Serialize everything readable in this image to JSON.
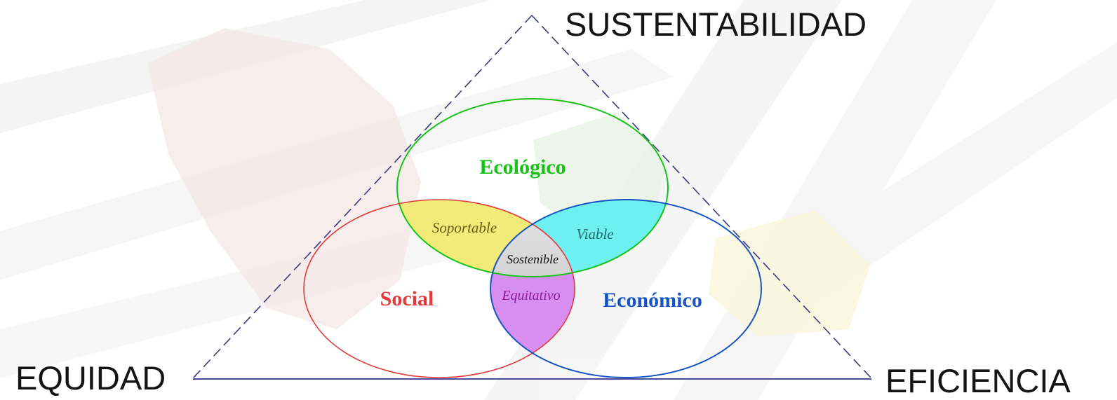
{
  "corners": {
    "top": "SUSTENTABILIDAD",
    "left": "EQUIDAD",
    "right": "EFICIENCIA"
  },
  "circles": {
    "ecological": {
      "label": "Ecológico",
      "color": "#17c217"
    },
    "social": {
      "label": "Social",
      "color": "#e23a3a"
    },
    "economic": {
      "label": "Económico",
      "color": "#1653c4"
    }
  },
  "intersections": {
    "ecological_social": {
      "label": "Soportable",
      "color": "#6b5a10",
      "fill": "#f2ea79"
    },
    "ecological_economic": {
      "label": "Viable",
      "color": "#1d6a6a",
      "fill": "#6ff0f0"
    },
    "social_economic": {
      "label": "Equitativo",
      "color": "#8a1a9a",
      "fill": "#d88ef0"
    },
    "all": {
      "label": "Sostenible",
      "color": "#111111",
      "fill": "#c4c4c4"
    }
  },
  "colors": {
    "triangle_dashed": "#3a3a7a",
    "triangle_base": "#4a4a9a"
  }
}
